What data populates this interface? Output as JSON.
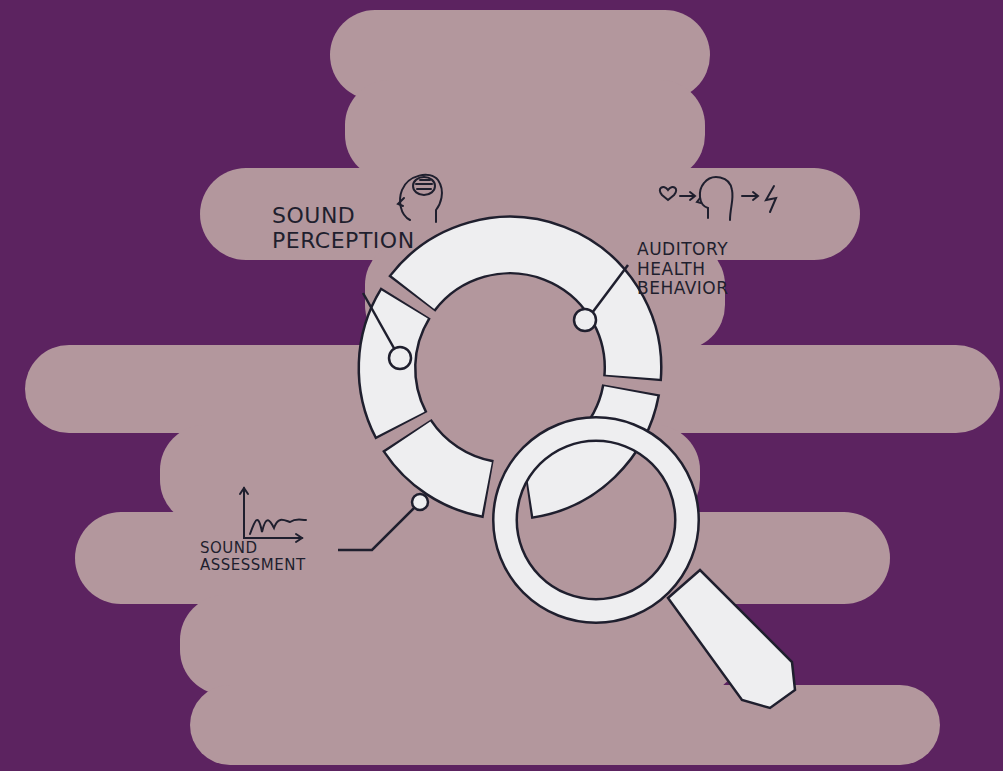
{
  "diagram": {
    "labels": [
      "SOUND PERCEPTION",
      "AUDITORY HEALTH BEHAVIOR",
      "SOUND ASSESSMENT"
    ]
  }
}
